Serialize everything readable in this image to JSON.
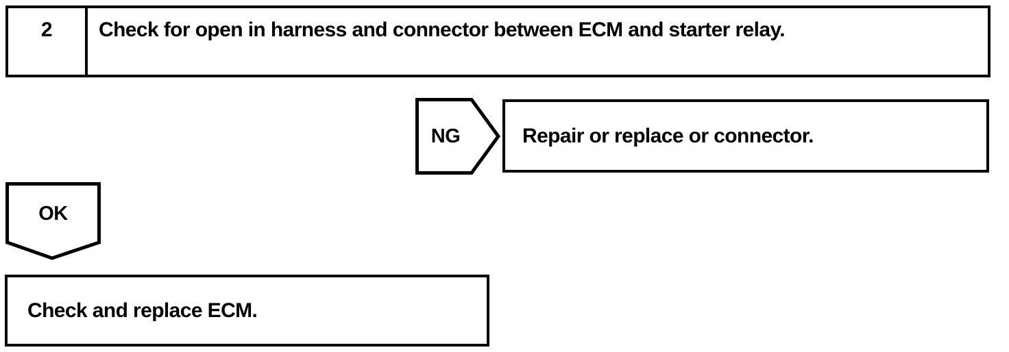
{
  "flowchart": {
    "step": {
      "number": "2",
      "instruction": "Check for open in harness and connector between ECM and starter relay."
    },
    "ng_branch": {
      "label": "NG",
      "action": "Repair or replace or connector."
    },
    "ok_branch": {
      "label": "OK",
      "action": "Check and replace ECM."
    },
    "colors": {
      "line": "#000000",
      "background": "#ffffff"
    }
  }
}
